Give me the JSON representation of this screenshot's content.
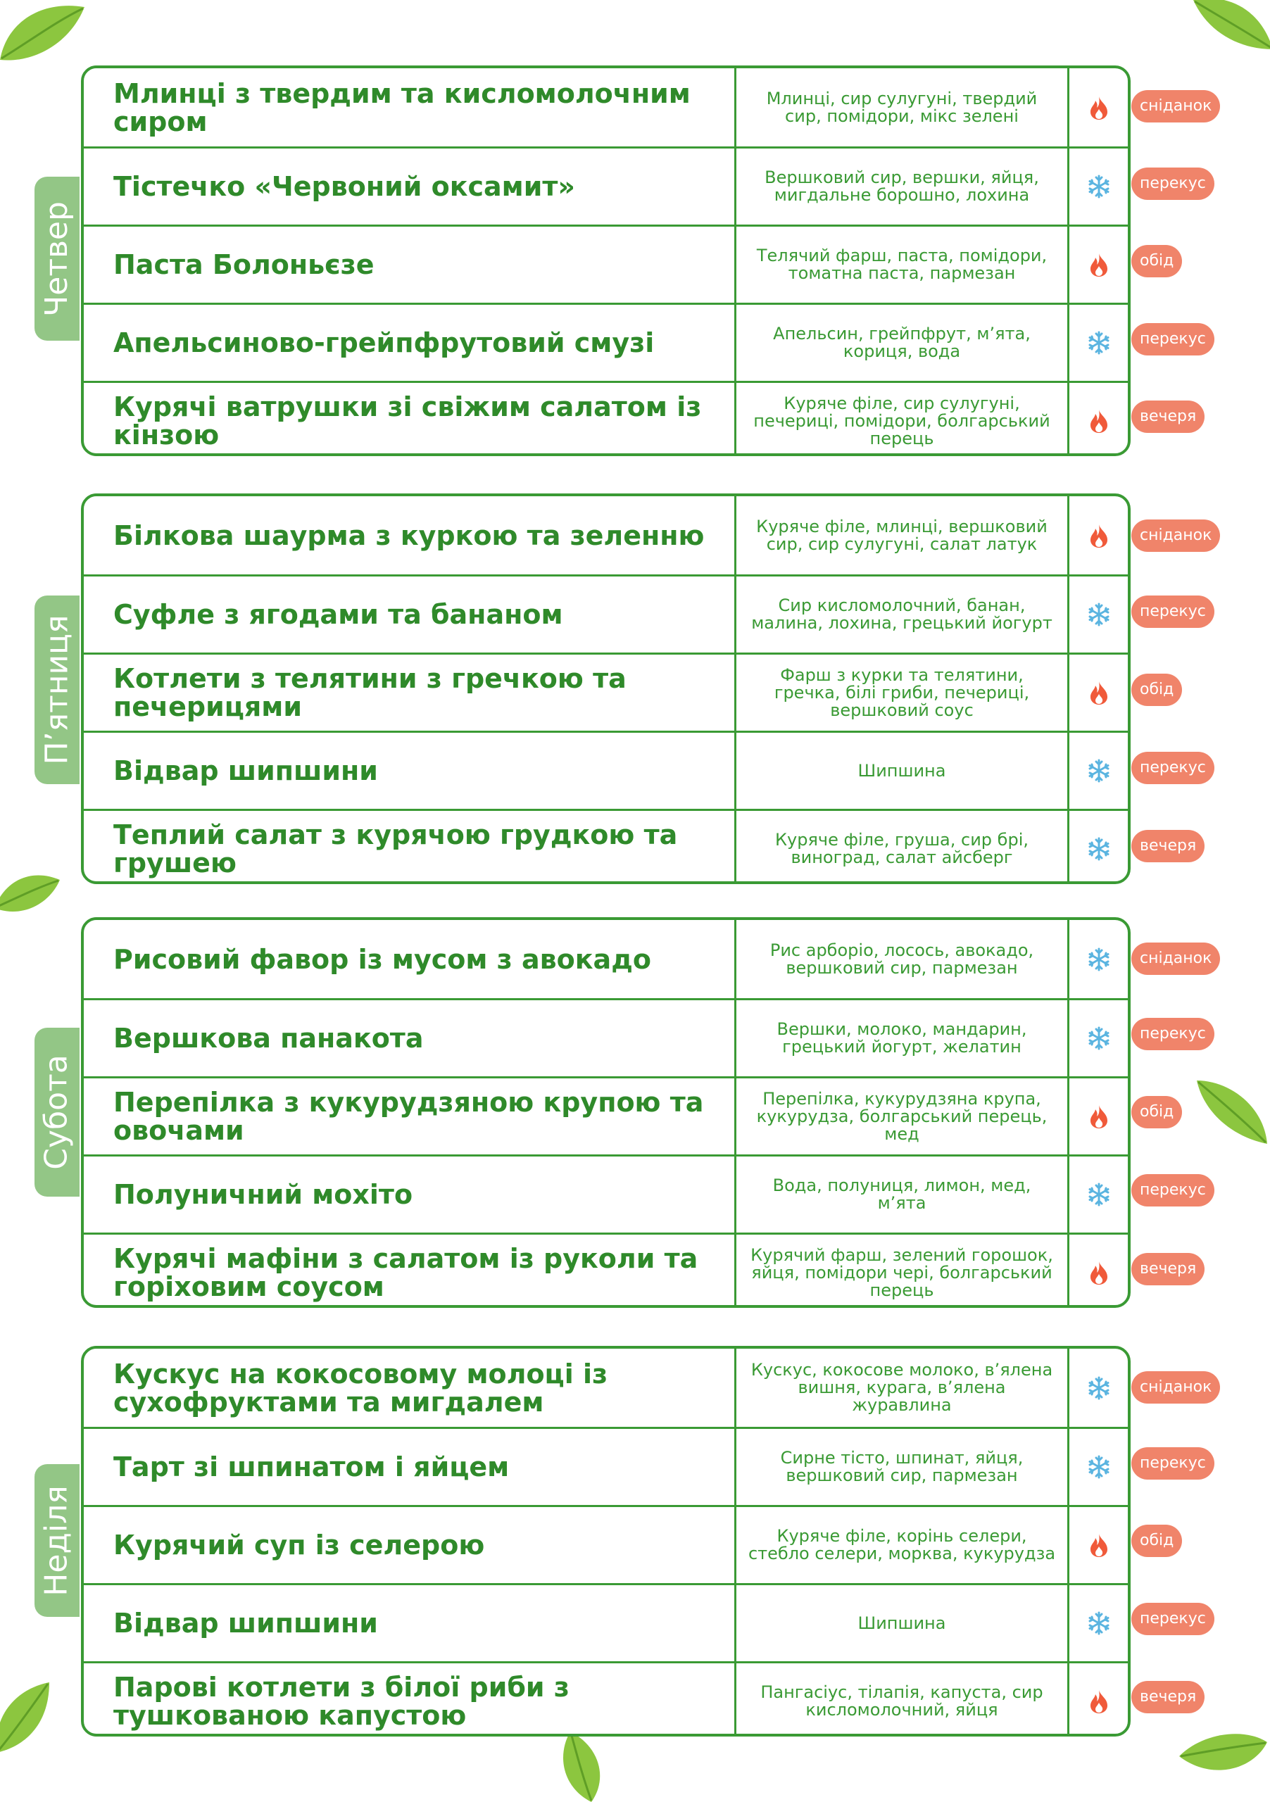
{
  "days": [
    {
      "name": "Четвер",
      "meals": [
        {
          "dish": "Млинці з твердим та кисломолочним сиром",
          "ingredients": "Млинці, сир сулугуні, твердий сир, помідори, мікс зелені",
          "icon": "fire-icon",
          "type": "сніданок"
        },
        {
          "dish": "Тістечко «Червоний оксамит»",
          "ingredients": "Вершковий сир, вершки, яйця, мигдальне борошно, лохина",
          "icon": "snowflake-icon",
          "type": "перекус"
        },
        {
          "dish": "Паста Болоньєзе",
          "ingredients": "Телячий фарш, паста, помідори, томатна паста, пармезан",
          "icon": "fire-icon",
          "type": "обід"
        },
        {
          "dish": "Апельсиново-грейпфрутовий смузі",
          "ingredients": "Апельсин, грейпфрут, м’ята, кориця, вода",
          "icon": "snowflake-icon",
          "type": "перекус"
        },
        {
          "dish": "Курячі ватрушки зі свіжим салатом із кінзою",
          "ingredients": "Куряче філе, сир сулугуні, печериці, помідори, болгарський перець",
          "icon": "fire-icon",
          "type": "вечеря"
        }
      ]
    },
    {
      "name": "П’ятниця",
      "meals": [
        {
          "dish": "Білкова шаурма з куркою та зеленню",
          "ingredients": "Куряче філе, млинці, вершковий сир, сир сулугуні, салат латук",
          "icon": "fire-icon",
          "type": "сніданок"
        },
        {
          "dish": "Суфле з ягодами та бананом",
          "ingredients": "Сир кисломолочний, банан, малина, лохина, грецький йогурт",
          "icon": "snowflake-icon",
          "type": "перекус"
        },
        {
          "dish": "Котлети з телятини з гречкою та печерицями",
          "ingredients": "Фарш з курки та телятини, гречка, білі гриби, печериці, вершковий соус",
          "icon": "fire-icon",
          "type": "обід"
        },
        {
          "dish": "Відвар шипшини",
          "ingredients": "Шипшина",
          "icon": "snowflake-icon",
          "type": "перекус"
        },
        {
          "dish": "Теплий салат з курячою грудкою та грушею",
          "ingredients": "Куряче філе, груша, сир брі, виноград, салат айсберг",
          "icon": "snowflake-icon",
          "type": "вечеря"
        }
      ]
    },
    {
      "name": "Субота",
      "meals": [
        {
          "dish": "Рисовий фавор із мусом з авокадо",
          "ingredients": "Рис арборіо, лосось, авокадо, вершковий сир, пармезан",
          "icon": "snowflake-icon",
          "type": "сніданок"
        },
        {
          "dish": "Вершкова панакота",
          "ingredients": "Вершки, молоко, мандарин, грецький йогурт, желатин",
          "icon": "snowflake-icon",
          "type": "перекус"
        },
        {
          "dish": "Перепілка з кукурудзяною крупою та овочами",
          "ingredients": "Перепілка, кукурудзяна крупа, кукурудза, болгарський перець, мед",
          "icon": "fire-icon",
          "type": "обід"
        },
        {
          "dish": "Полуничний мохіто",
          "ingredients": "Вода, полуниця, лимон, мед, м’ята",
          "icon": "snowflake-icon",
          "type": "перекус"
        },
        {
          "dish": "Курячі мафіни з салатом із руколи та горіховим соусом",
          "ingredients": "Курячий фарш, зелений горошок, яйця, помідори чері, болгарський перець",
          "icon": "fire-icon",
          "type": "вечеря"
        }
      ]
    },
    {
      "name": "Неділя",
      "meals": [
        {
          "dish": "Кускус на кокосовому молоці із сухофруктами та мигдалем",
          "ingredients": "Кускус, кокосове молоко, в’ялена вишня, курага, в’ялена журавлина",
          "icon": "snowflake-icon",
          "type": "сніданок"
        },
        {
          "dish": "Тарт зі шпинатом і яйцем",
          "ingredients": "Сирне тісто, шпинат, яйця, вершковий сир, пармезан",
          "icon": "snowflake-icon",
          "type": "перекус"
        },
        {
          "dish": "Курячий суп із селерою",
          "ingredients": "Куряче філе, корінь селери, стебло селери, морква, кукурудза",
          "icon": "fire-icon",
          "type": "обід"
        },
        {
          "dish": "Відвар шипшини",
          "ingredients": "Шипшина",
          "icon": "snowflake-icon",
          "type": "перекус"
        },
        {
          "dish": "Парові котлети з білої риби з тушкованою капустою",
          "ingredients": "Пангасіус, тілапія, капуста, сир кисломолочний, яйця",
          "icon": "fire-icon",
          "type": "вечеря"
        }
      ]
    }
  ],
  "colors": {
    "primary_green": "#3a9a34",
    "text_green": "#2f8a2a",
    "day_label_bg": "#93c686",
    "tag_bg": "#f0846a",
    "fire_icon": "#f05a3a",
    "snowflake_icon": "#5ab4e0"
  }
}
